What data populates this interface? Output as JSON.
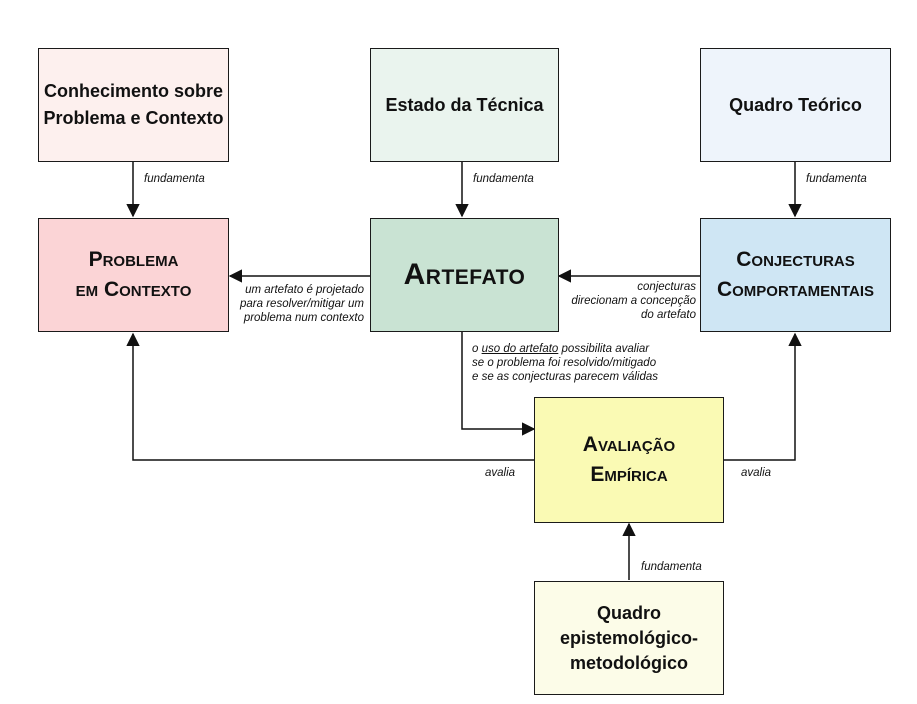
{
  "boxes": {
    "conhecimento": {
      "line1": "Conhecimento sobre",
      "line2": "Problema e Contexto",
      "fill": "#fdf0ee"
    },
    "estado": {
      "text": "Estado da Técnica",
      "fill": "#eaf4ee"
    },
    "quadro_teorico": {
      "text": "Quadro Teórico",
      "fill": "#eef4fb"
    },
    "problema": {
      "line1": "Problema",
      "line2": "em Contexto",
      "fill": "#fbd4d6"
    },
    "artefato": {
      "text": "Artefato",
      "fill": "#c9e3d3"
    },
    "conjecturas": {
      "line1": "Conjecturas",
      "line2": "Comportamentais",
      "fill": "#cfe6f4"
    },
    "avaliacao": {
      "line1": "Avaliação",
      "line2": "Empírica",
      "fill": "#fafab4"
    },
    "quadro_epist": {
      "line1": "Quadro",
      "line2": "epistemológico-",
      "line3": "metodológico",
      "fill": "#fcfce8"
    }
  },
  "labels": {
    "fund1": "fundamenta",
    "fund2": "fundamenta",
    "fund3": "fundamenta",
    "fund4": "fundamenta",
    "artefato_problema": {
      "line1": "um artefato é projetado",
      "line2": "para resolver/mitigar um",
      "line3": "problema num contexto"
    },
    "conjecturas_artefato": {
      "line1": "conjecturas",
      "line2": "direcionam a concepção",
      "line3": "do artefato"
    },
    "uso": {
      "prefix": "o ",
      "underlined": "uso do artefato",
      "suffix": " possibilita avaliar",
      "line2": "se o problema foi resolvido/mitigado",
      "line3": "e se as conjecturas parecem válidas"
    },
    "avalia_left": "avalia",
    "avalia_right": "avalia"
  }
}
